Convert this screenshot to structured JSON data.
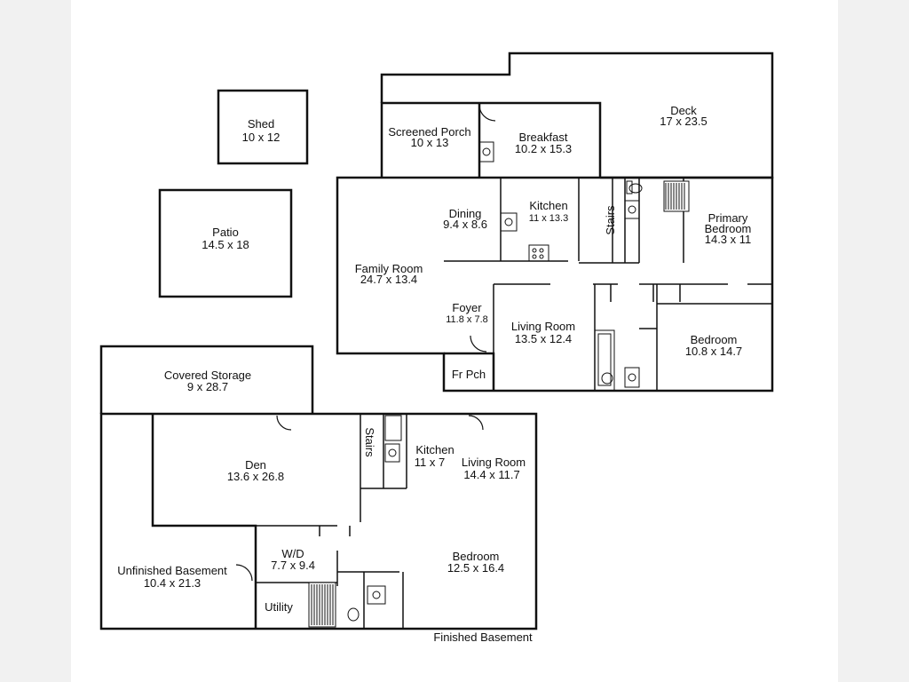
{
  "rooms": {
    "shed": {
      "name": "Shed",
      "size": "10 x 12"
    },
    "patio": {
      "name": "Patio",
      "size": "14.5 x 18"
    },
    "screened_porch": {
      "name": "Screened Porch",
      "size": "10 x 13"
    },
    "breakfast": {
      "name": "Breakfast",
      "size": "10.2 x 15.3"
    },
    "deck": {
      "name": "Deck",
      "size": "17 x 23.5"
    },
    "dining": {
      "name": "Dining",
      "size": "9.4 x 8.6"
    },
    "kitchen": {
      "name": "Kitchen",
      "size": "11 x 13.3"
    },
    "stairs_main": {
      "name": "Stairs"
    },
    "primary_bedroom": {
      "name_line1": "Primary",
      "name_line2": "Bedroom",
      "size": "14.3 x 11"
    },
    "family_room": {
      "name": "Family Room",
      "size": "24.7 x 13.4"
    },
    "foyer": {
      "name": "Foyer",
      "size": "11.8 x 7.8"
    },
    "living_room": {
      "name": "Living Room",
      "size": "13.5 x 12.4"
    },
    "bedroom_main": {
      "name": "Bedroom",
      "size": "10.8 x 14.7"
    },
    "front_porch": {
      "name": "Fr Pch"
    },
    "covered_storage": {
      "name": "Covered Storage",
      "size": "9 x 28.7"
    },
    "den": {
      "name": "Den",
      "size": "13.6 x 26.8"
    },
    "stairs_basement": {
      "name": "Stairs"
    },
    "kitchen_basement": {
      "name": "Kitchen",
      "size": "11 x 7"
    },
    "living_room_basement": {
      "name": "Living Room",
      "size": "14.4 x 11.7"
    },
    "wd": {
      "name": "W/D",
      "size": "7.7 x 9.4"
    },
    "unfinished_basement": {
      "name": "Unfinished Basement",
      "size": "10.4 x 21.3"
    },
    "bedroom_basement": {
      "name": "Bedroom",
      "size": "12.5 x 16.4"
    },
    "utility": {
      "name": "Utility"
    }
  },
  "caption": "Finished Basement"
}
